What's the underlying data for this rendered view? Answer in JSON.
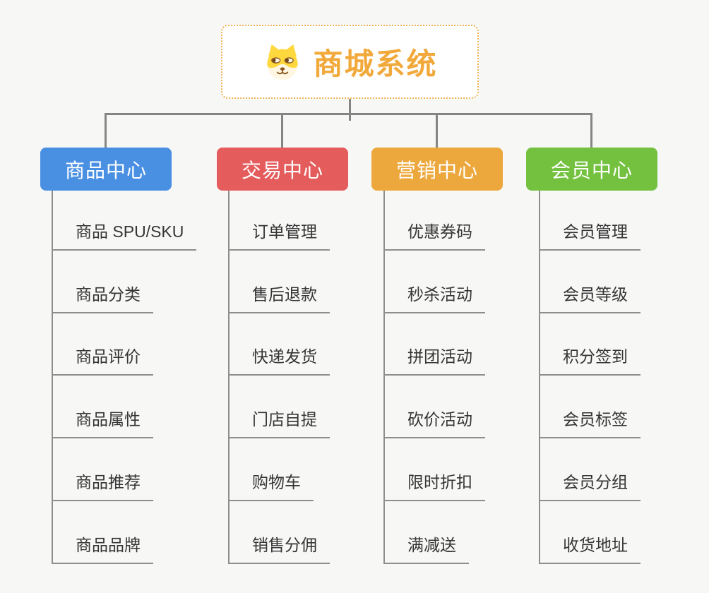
{
  "root": {
    "title": "商城系统",
    "icon": "shiba-dog-icon",
    "border_color": "#f0b254",
    "title_color": "#f2a93b",
    "background": "#ffffff"
  },
  "branches": [
    {
      "label": "商品中心",
      "color": "#4a90e2",
      "items": [
        "商品 SPU/SKU",
        "商品分类",
        "商品评价",
        "商品属性",
        "商品推荐",
        "商品品牌"
      ]
    },
    {
      "label": "交易中心",
      "color": "#e55c5c",
      "items": [
        "订单管理",
        "售后退款",
        "快递发货",
        "门店自提",
        "购物车",
        "销售分佣"
      ]
    },
    {
      "label": "营销中心",
      "color": "#eda83d",
      "items": [
        "优惠券码",
        "秒杀活动",
        "拼团活动",
        "砍价活动",
        "限时折扣",
        "满减送"
      ]
    },
    {
      "label": "会员中心",
      "color": "#74c13f",
      "items": [
        "会员管理",
        "会员等级",
        "积分签到",
        "会员标签",
        "会员分组",
        "收货地址"
      ]
    }
  ],
  "colors": {
    "canvas_background": "#f7f7f6",
    "connector": "#858585",
    "item_line": "#8e8e8e",
    "item_text": "#353535",
    "branch_text": "#ffffff"
  }
}
